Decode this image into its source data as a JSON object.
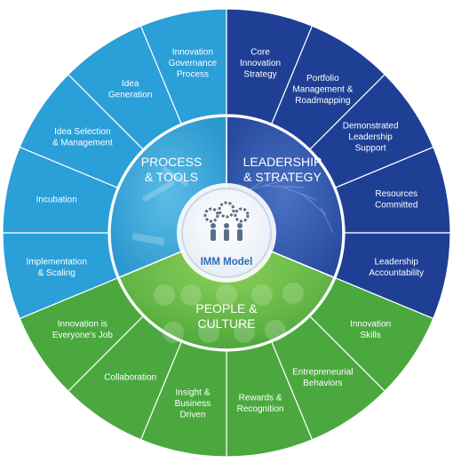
{
  "center": {
    "label": "IMM Model",
    "icon": "gears-people-icon"
  },
  "quadrants": [
    {
      "key": "process",
      "lines": [
        "PROCESS",
        "& TOOLS"
      ]
    },
    {
      "key": "leadership",
      "lines": [
        "LEADERSHIP",
        "& STRATEGY"
      ]
    },
    {
      "key": "people",
      "lines": [
        "PEOPLE &",
        "CULTURE"
      ]
    }
  ],
  "segments": [
    {
      "key": "core-innovation-strategy",
      "lines": [
        "Core",
        "Innovation",
        "Strategy"
      ]
    },
    {
      "key": "portfolio-management",
      "lines": [
        "Portfolio",
        "Management &",
        "Roadmapping"
      ]
    },
    {
      "key": "demonstrated-leadership",
      "lines": [
        "Demonstrated",
        "Leadership",
        "Support"
      ]
    },
    {
      "key": "resources-committed",
      "lines": [
        "Resources",
        "Committed"
      ]
    },
    {
      "key": "leadership-accountability",
      "lines": [
        "Leadership",
        "Accountability"
      ]
    },
    {
      "key": "innovation-skills",
      "lines": [
        "Innovation",
        "Skills"
      ]
    },
    {
      "key": "entrepreneurial-behaviors",
      "lines": [
        "Entrepreneurial",
        "Behaviors"
      ]
    },
    {
      "key": "rewards-recognition",
      "lines": [
        "Rewards &",
        "Recognition"
      ]
    },
    {
      "key": "insight-business-driven",
      "lines": [
        "Insight &",
        "Business",
        "Driven"
      ]
    },
    {
      "key": "collaboration",
      "lines": [
        "Collaboration"
      ]
    },
    {
      "key": "innovation-everyones-job",
      "lines": [
        "Innovation is",
        "Everyone's Job"
      ]
    },
    {
      "key": "implementation-scaling",
      "lines": [
        "Implementation",
        "& Scaling"
      ]
    },
    {
      "key": "incubation",
      "lines": [
        "Incubation"
      ]
    },
    {
      "key": "idea-selection",
      "lines": [
        "Idea Selection",
        "& Management"
      ]
    },
    {
      "key": "idea-generation",
      "lines": [
        "Idea",
        "Generation"
      ]
    },
    {
      "key": "innovation-governance",
      "lines": [
        "Innovation",
        "Governance",
        "Process"
      ]
    }
  ],
  "colors": {
    "leadership_outer": "#1f3f95",
    "leadership_inner": "#3a63b8",
    "people_outer": "#4aa83f",
    "people_inner": "#6cbf45",
    "process_outer": "#2a9fd8",
    "process_inner": "#3aaee0",
    "divider": "#ffffff"
  }
}
